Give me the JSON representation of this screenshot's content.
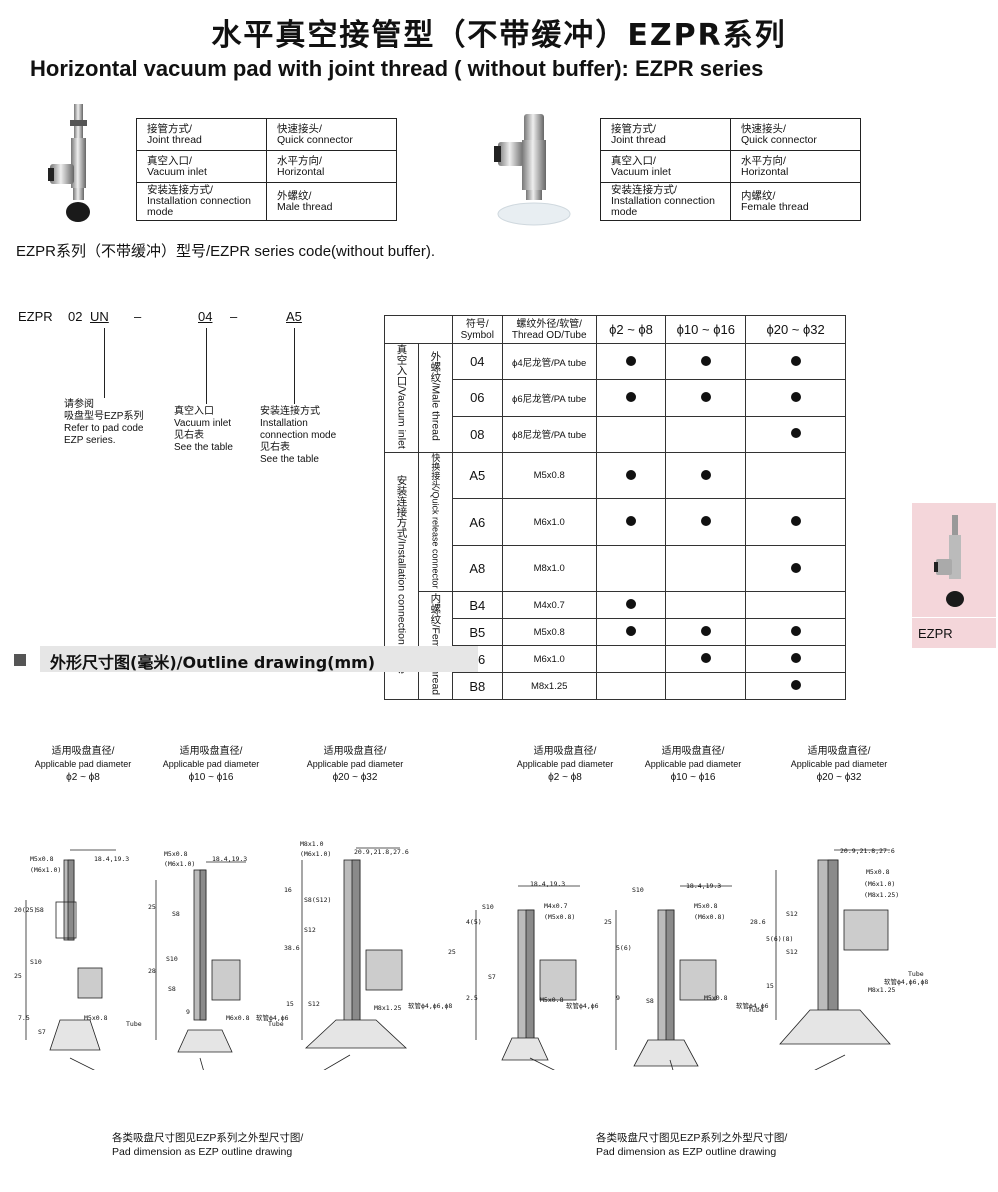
{
  "header": {
    "title_cn": "水平真空接管型（不带缓冲）EZPR系列",
    "title_en": "Horizontal vacuum pad with joint thread ( without buffer): EZPR series"
  },
  "spec_left": [
    [
      "接管方式/",
      "Joint thread",
      "快速接头/",
      "Quick connector"
    ],
    [
      "真空入口/",
      "Vacuum inlet",
      "水平方向/",
      "Horizontal"
    ],
    [
      "安装连接方式/",
      "Installation connection mode",
      "外螺纹/",
      "Male thread"
    ]
  ],
  "spec_right": [
    [
      "接管方式/",
      "Joint thread",
      "快速接头/",
      "Quick connector"
    ],
    [
      "真空入口/",
      "Vacuum inlet",
      "水平方向/",
      "Horizontal"
    ],
    [
      "安装连接方式/",
      "Installation connection mode",
      "内螺纹/",
      "Female thread"
    ]
  ],
  "code_section": {
    "heading": "EZPR系列（不带缓冲）型号/EZPR series code(without buffer).",
    "prefix": "EZPR",
    "part1": "02",
    "part1u": "UN",
    "dash1": "–",
    "part2": "04",
    "dash2": "–",
    "part3": "A5",
    "expl1": [
      "请参阅",
      "吸盘型号EZP系列",
      "Refer to pad code",
      "EZP series."
    ],
    "expl2": [
      "真空入口",
      "Vacuum inlet",
      "见右表",
      "See the table"
    ],
    "expl3": [
      "安装连接方式",
      "Installation",
      "connection mode",
      "见右表",
      "See the table"
    ]
  },
  "model_table": {
    "h_symbol_cn": "符号/",
    "h_symbol_en": "Symbol",
    "h_thread_cn": "螺纹外径/软管/",
    "h_thread_en": "Thread OD/Tube",
    "h_col1": "ϕ2 ~ ϕ8",
    "h_col2": "ϕ10 ~ ϕ16",
    "h_col3": "ϕ20 ~ ϕ32",
    "group1": "真空入口/Vacuum inlet",
    "group1_sub": "外螺纹/Male thread",
    "group2": "安装连接方式/Installation connection mode",
    "group2_sub1": "快换接头/Quick release connector",
    "group2_sub2": "内螺纹/Female thread",
    "rows": [
      {
        "symbol": "04",
        "spec": "ϕ4尼龙管/PA tube",
        "c": [
          true,
          true,
          true
        ]
      },
      {
        "symbol": "06",
        "spec": "ϕ6尼龙管/PA tube",
        "c": [
          true,
          true,
          true
        ]
      },
      {
        "symbol": "08",
        "spec": "ϕ8尼龙管/PA tube",
        "c": [
          false,
          false,
          true
        ]
      },
      {
        "symbol": "A5",
        "spec": "M5x0.8",
        "c": [
          true,
          true,
          false
        ]
      },
      {
        "symbol": "A6",
        "spec": "M6x1.0",
        "c": [
          true,
          true,
          true
        ]
      },
      {
        "symbol": "A8",
        "spec": "M8x1.0",
        "c": [
          false,
          false,
          true
        ]
      },
      {
        "symbol": "B4",
        "spec": "M4x0.7",
        "c": [
          true,
          false,
          false
        ]
      },
      {
        "symbol": "B5",
        "spec": "M5x0.8",
        "c": [
          true,
          true,
          true
        ]
      },
      {
        "symbol": "B6",
        "spec": "M6x1.0",
        "c": [
          false,
          true,
          true
        ]
      },
      {
        "symbol": "B8",
        "spec": "M8x1.25",
        "c": [
          false,
          false,
          true
        ]
      }
    ]
  },
  "side_tab": {
    "label": "EZPR"
  },
  "outline": {
    "heading": "外形尺寸图(毫米)/Outline drawing(mm)",
    "pad_cn": "适用吸盘直径/",
    "pad_en": "Applicable pad diameter",
    "ranges": [
      "ϕ2 ~ ϕ8",
      "ϕ10 ~ ϕ16",
      "ϕ20 ~ ϕ32",
      "ϕ2 ~ ϕ8",
      "ϕ10 ~ ϕ16",
      "ϕ20 ~ ϕ32"
    ],
    "note_cn": "各类吸盘尺寸图见EZP系列之外型尺寸图/",
    "note_en": "Pad dimension as EZP outline drawing",
    "labels": {
      "d1": [
        "M5x0.8",
        "(M6x1.0)",
        "18.4,19.3",
        "20(25)",
        "S8",
        "S10",
        "25",
        "7.5",
        "S7",
        "M5x0.8",
        "Tube"
      ],
      "d2": [
        "M5x0.8",
        "(M6x1.0)",
        "18.4,19.3",
        "25",
        "S8",
        "S10",
        "28",
        "S8",
        "9",
        "M6x0.8",
        "软管ϕ4,ϕ6",
        "Tube"
      ],
      "d3": [
        "M8x1.0",
        "(M6x1.0)",
        "20.9,21.8,27.6",
        "16",
        "S8(S12)",
        "S12",
        "38.6",
        "15",
        "S12",
        "M8x1.25",
        "软管ϕ4,ϕ6,ϕ8"
      ],
      "d4": [
        "18.4,19.3",
        "S10",
        "M4x0.7",
        "(M5x0.8)",
        "4(5)",
        "25",
        "S7",
        "2.5",
        "M5x0.8",
        "软管ϕ4,ϕ6"
      ],
      "d5": [
        "S10",
        "18.4,19.3",
        "M5x0.8",
        "(M6x0.8)",
        "25",
        "5(6)",
        "9",
        "S8",
        "M5x0.8",
        "软管ϕ4,ϕ6",
        "Tube"
      ],
      "d6": [
        "20.9,21.8,27.6",
        "M5x0.8",
        "(M6x1.0)",
        "(M8x1.25)",
        "S12",
        "28.6",
        "5(6)(8)",
        "S12",
        "15",
        "M8x1.25",
        "软管ϕ4,ϕ6,ϕ8",
        "Tube"
      ]
    }
  },
  "colors": {
    "section_bar": "#e6e6e6",
    "side_tab": "#f4d6da"
  }
}
